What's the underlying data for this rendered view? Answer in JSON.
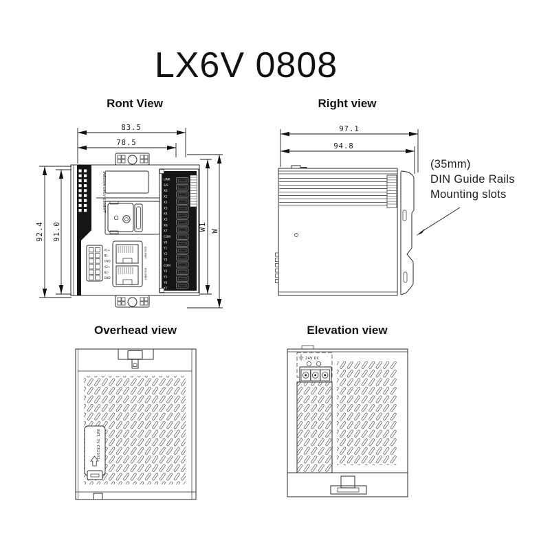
{
  "title": "LX6V 0808",
  "front": {
    "label": "Ront View",
    "dim_width_outer": "83.5",
    "dim_width_inner": "78.5",
    "dim_height_outer": "92.4",
    "dim_height_inner": "91.0",
    "dim_w1": "W1",
    "dim_w": "W",
    "brand": "WECON LX6V-0808MT",
    "terminal_labels": [
      "A1+",
      "B1-",
      "GND",
      "A2+",
      "B2-",
      "GND"
    ],
    "ethernet_label_top": "EtherNET",
    "ethernet_label_bottom": "EtherNET",
    "io_labels": [
      "LINK",
      "S/S",
      "X0",
      "X1",
      "X2",
      "X3",
      "X4",
      "X5",
      "X6",
      "X7",
      "COM",
      "Y0",
      "Y1",
      "Y2",
      "Y3",
      "COM",
      "Y4",
      "Y5",
      "Y6",
      "Y7"
    ]
  },
  "right": {
    "label": "Right view",
    "dim_depth_outer": "97.1",
    "dim_depth_inner": "94.8",
    "annotation_line1": "(35mm)",
    "annotation_line2": "DIN Guide Rails",
    "annotation_line3": "Mounting slots"
  },
  "overhead": {
    "label": "Overhead view",
    "battery_label": "BAT. 3V CR2032"
  },
  "elevation": {
    "label": "Elevation view",
    "power_label": "24V DC"
  },
  "colors": {
    "line": "#2a2a2a",
    "dark_fill": "#151515",
    "background": "#ffffff"
  }
}
